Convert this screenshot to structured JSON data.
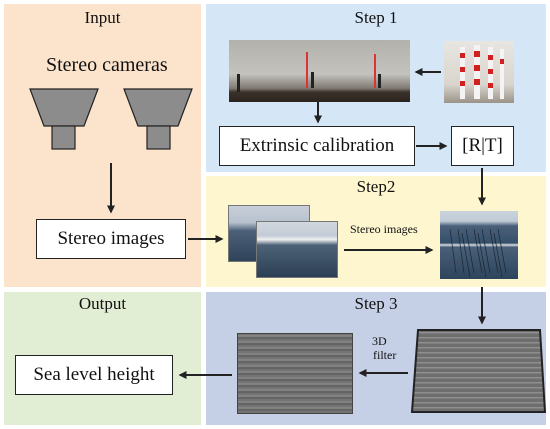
{
  "colors": {
    "input_bg": "#fbe3cc",
    "step1_bg": "#d5e6f6",
    "step2_bg": "#fdf6cf",
    "output_bg": "#e2eed3",
    "step3_bg": "#c5cfe6",
    "arrow": "#222222"
  },
  "input": {
    "title": "Input",
    "cameras_label": "Stereo cameras",
    "stereo_images_label": "Stereo images",
    "icon": "camera-icon"
  },
  "step1": {
    "title": "Step 1",
    "extrinsic_label": "Extrinsic calibration",
    "rt_label": "[R|T]"
  },
  "step2": {
    "title": "Step2",
    "arrow_label": "Stereo images"
  },
  "step3": {
    "title": "Step 3",
    "filter_label_line1": "3D",
    "filter_label_line2": "filter"
  },
  "output": {
    "title": "Output",
    "result_label": "Sea level height"
  }
}
